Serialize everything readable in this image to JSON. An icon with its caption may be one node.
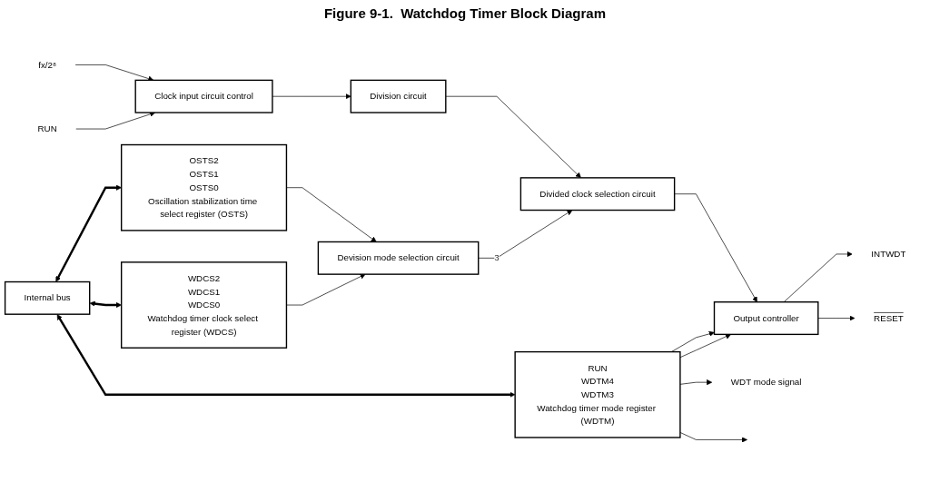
{
  "diagram": {
    "title": "Figure 9-1.  Watchdog Timer Block Diagram",
    "nodes": [
      {
        "text": [
          "fx/2⁸"
        ]
      },
      {
        "text": [
          "Clock input circuit control"
        ]
      },
      {
        "text": [
          "Division circuit"
        ]
      },
      {
        "text": [
          "Divided clock selection circuit"
        ]
      },
      {
        "text": [
          "Output controller"
        ]
      },
      {
        "text": [
          "INTWDT"
        ]
      },
      {
        "text": [
          "RESET"
        ]
      },
      {
        "text": [
          "RUN"
        ]
      },
      {
        "text": [
          "Devision mode selection circuit"
        ]
      },
      {
        "text": [
          "OSTS2",
          "OSTS1",
          "OSTS0",
          "Oscillation stabilization time select register (OSTS)"
        ]
      },
      {
        "text": [
          "WDCS2",
          "WDCS1",
          "WDCS0",
          "Watchdog timer clock select register (WDCS)"
        ]
      },
      {
        "text": [
          "RUN",
          "WDTM4",
          "WDTM3",
          "Watchdog timer mode register (WDTM)"
        ]
      },
      {
        "text": [
          "WDT mode signal"
        ]
      },
      {
        "text": [
          "Internal bus"
        ]
      }
    ],
    "edges": [
      {
        "from": 0,
        "to": 1,
        "arrow": "to"
      },
      {
        "from": 1,
        "to": 2,
        "arrow": "to"
      },
      {
        "from": 2,
        "to": 3,
        "arrow": "to"
      },
      {
        "from": 3,
        "to": 4,
        "arrow": "to"
      },
      {
        "from": 4,
        "to": 5,
        "arrow": "to"
      },
      {
        "from": 4,
        "to": 6,
        "arrow": "to"
      },
      {
        "from": 7,
        "to": 1,
        "arrow": "to"
      },
      {
        "from": 8,
        "to": 3,
        "arrow": "to",
        "label": "3"
      },
      {
        "from": 9,
        "to": 8,
        "arrow": "to"
      },
      {
        "from": 10,
        "to": 8,
        "arrow": "to"
      },
      {
        "from": 11,
        "to": 4,
        "arrow": "to"
      },
      {
        "from": 11,
        "to": 4,
        "arrow": "to"
      },
      {
        "from": 11,
        "to": 12,
        "arrow": "to"
      },
      {
        "from": 11,
        "to": null,
        "arrow": "to"
      },
      {
        "from": 13,
        "to": 9,
        "arrow": "both",
        "style": "thick"
      },
      {
        "from": 13,
        "to": 10,
        "arrow": "both",
        "style": "thick"
      },
      {
        "from": 13,
        "to": 11,
        "arrow": "both",
        "style": "thick"
      }
    ]
  }
}
